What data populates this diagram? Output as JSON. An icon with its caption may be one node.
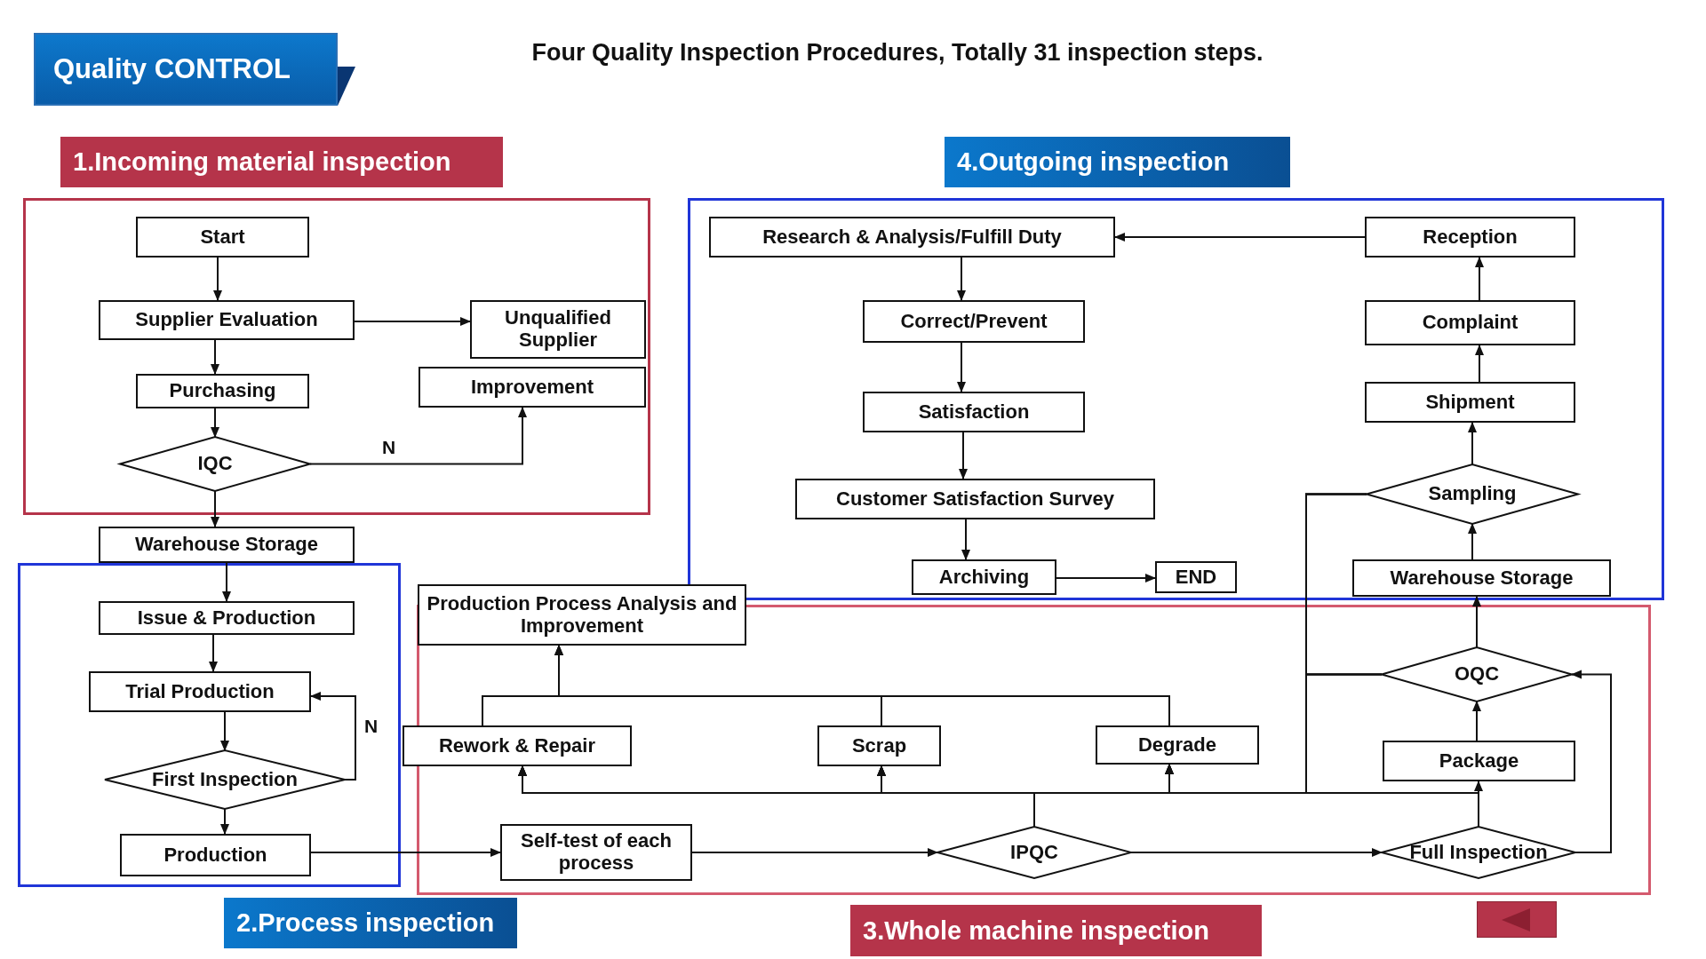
{
  "diagram": {
    "title": "Four Quality Inspection Procedures, Totally 31 inspection steps.",
    "nodes": [
      {
        "text": [
          "1.Incoming material inspection"
        ]
      },
      {
        "text": [
          "Start"
        ],
        "in": 0
      },
      {
        "text": [
          "Supplier Evaluation"
        ],
        "in": 0
      },
      {
        "text": [
          "Unqualified Supplier"
        ],
        "in": 0
      },
      {
        "text": [
          "Purchasing"
        ],
        "in": 0
      },
      {
        "text": [
          "Improvement"
        ],
        "in": 0
      },
      {
        "text": [
          "IQC"
        ],
        "in": 0
      },
      {
        "text": [
          "4.Outgoing inspection"
        ]
      },
      {
        "text": [
          "Research & Analysis/Fulfill Duty"
        ],
        "in": 7
      },
      {
        "text": [
          "Reception"
        ],
        "in": 7
      },
      {
        "text": [
          "Correct/Prevent"
        ],
        "in": 7
      },
      {
        "text": [
          "Complaint"
        ],
        "in": 7
      },
      {
        "text": [
          "Satisfaction"
        ],
        "in": 7
      },
      {
        "text": [
          "Shipment"
        ],
        "in": 7
      },
      {
        "text": [
          "Customer Satisfaction Survey"
        ],
        "in": 7
      },
      {
        "text": [
          "Sampling"
        ],
        "in": 7
      },
      {
        "text": [
          "Archiving"
        ],
        "in": 7
      },
      {
        "text": [
          "END"
        ],
        "in": 7
      },
      {
        "text": [
          "Warehouse Storage"
        ],
        "in": 7
      },
      {
        "text": [
          "Warehouse Storage"
        ]
      },
      {
        "text": [
          "2.Process inspection"
        ]
      },
      {
        "text": [
          "Issue & Production"
        ],
        "in": 20
      },
      {
        "text": [
          "Trial Production"
        ],
        "in": 20
      },
      {
        "text": [
          "First Inspection"
        ],
        "in": 20
      },
      {
        "text": [
          "Production"
        ],
        "in": 20
      },
      {
        "text": [
          "3.Whole machine inspection"
        ]
      },
      {
        "text": [
          "Production Process Analysis and Improvement"
        ]
      },
      {
        "text": [
          "Rework & Repair"
        ]
      },
      {
        "text": [
          "Scrap"
        ],
        "in": 25
      },
      {
        "text": [
          "Degrade"
        ],
        "in": 25
      },
      {
        "text": [
          "OQC"
        ],
        "in": 25
      },
      {
        "text": [
          "Package"
        ],
        "in": 25
      },
      {
        "text": [
          "Self-test of each process"
        ],
        "in": 25
      },
      {
        "text": [
          "IPQC"
        ],
        "in": 25
      },
      {
        "text": [
          "Full Inspection"
        ],
        "in": 25
      }
    ],
    "edges": [
      {
        "from": 1,
        "to": 2,
        "arrow": "to"
      },
      {
        "from": 2,
        "to": 3,
        "arrow": "to"
      },
      {
        "from": 2,
        "to": 4,
        "arrow": "to"
      },
      {
        "from": 4,
        "to": 6,
        "arrow": "to"
      },
      {
        "from": 6,
        "to": 5,
        "arrow": "to",
        "label": "N"
      },
      {
        "from": 6,
        "to": 19,
        "arrow": "to"
      },
      {
        "from": 19,
        "to": 21,
        "arrow": "to"
      },
      {
        "from": 21,
        "to": 22,
        "arrow": "to"
      },
      {
        "from": 22,
        "to": 23,
        "arrow": "to"
      },
      {
        "from": 23,
        "to": 22,
        "arrow": "to",
        "label": "N"
      },
      {
        "from": 23,
        "to": 24,
        "arrow": "to"
      },
      {
        "from": 24,
        "to": 32,
        "arrow": "to"
      },
      {
        "from": 32,
        "to": 33,
        "arrow": "to"
      },
      {
        "from": 33,
        "to": 34,
        "arrow": "to"
      },
      {
        "from": 34,
        "to": 31,
        "arrow": "to"
      },
      {
        "from": 31,
        "to": 30,
        "arrow": "to"
      },
      {
        "from": 34,
        "to": 30,
        "arrow": "to"
      },
      {
        "from": 30,
        "to": 18,
        "arrow": "to"
      },
      {
        "from": 18,
        "to": 15,
        "arrow": "to"
      },
      {
        "from": 15,
        "to": 13,
        "arrow": "to"
      },
      {
        "from": 13,
        "to": 11,
        "arrow": "to"
      },
      {
        "from": 11,
        "to": 9,
        "arrow": "to"
      },
      {
        "from": 9,
        "to": 8,
        "arrow": "to"
      },
      {
        "from": 8,
        "to": 10,
        "arrow": "to"
      },
      {
        "from": 10,
        "to": 12,
        "arrow": "to"
      },
      {
        "from": 12,
        "to": 14,
        "arrow": "to"
      },
      {
        "from": 14,
        "to": 16,
        "arrow": "to"
      },
      {
        "from": 16,
        "to": 17,
        "arrow": "to"
      },
      {
        "from": 33,
        "to": 27,
        "arrow": "to"
      },
      {
        "from": 33,
        "to": 28,
        "arrow": "to"
      },
      {
        "from": 33,
        "to": 29,
        "arrow": "to"
      },
      {
        "from": 34,
        "to": 27,
        "arrow": "to"
      },
      {
        "from": 34,
        "to": 28,
        "arrow": "to"
      },
      {
        "from": 34,
        "to": 29,
        "arrow": "to"
      },
      {
        "from": 30,
        "to": 27,
        "arrow": "to"
      },
      {
        "from": 30,
        "to": 28,
        "arrow": "to"
      },
      {
        "from": 30,
        "to": 29,
        "arrow": "to"
      },
      {
        "from": 15,
        "to": 27,
        "arrow": "to"
      },
      {
        "from": 15,
        "to": 28,
        "arrow": "to"
      },
      {
        "from": 15,
        "to": 29,
        "arrow": "to"
      },
      {
        "from": 27,
        "to": 26,
        "arrow": "to"
      },
      {
        "from": 28,
        "to": 26,
        "arrow": "to"
      },
      {
        "from": 29,
        "to": 26,
        "arrow": "to"
      }
    ],
    "labels": [
      "Quality CONTROL"
    ]
  }
}
